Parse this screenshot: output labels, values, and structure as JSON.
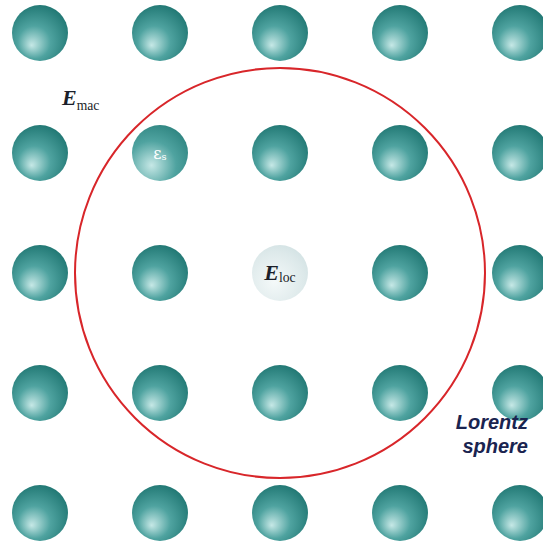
{
  "diagram": {
    "nodes": [
      {
        "text": [
          "ε",
          "s"
        ]
      },
      {
        "text": [
          "E",
          "loc"
        ]
      }
    ],
    "labels": [
      "E",
      "mac",
      "Lorentz sphere"
    ]
  }
}
